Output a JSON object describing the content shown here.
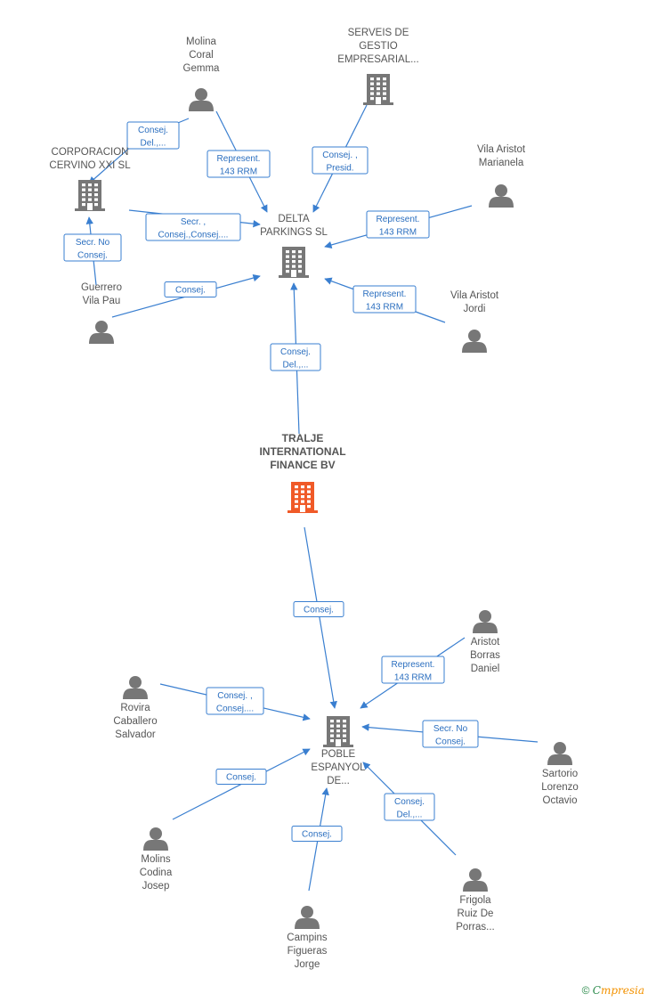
{
  "nodes": [
    {
      "id": "center",
      "type": "company",
      "highlight": true,
      "lines": [
        "TRALJE",
        "INTERNATIONAL",
        "FINANCE BV"
      ]
    },
    {
      "id": "delta",
      "type": "company",
      "lines": [
        "DELTA",
        "PARKINGS SL"
      ]
    },
    {
      "id": "serveis",
      "type": "company",
      "lines": [
        "SERVEIS DE",
        "GESTIO",
        "EMPRESARIAL..."
      ]
    },
    {
      "id": "cervino",
      "type": "company",
      "lines": [
        "CORPORACION",
        "CERVINO XXI SL"
      ]
    },
    {
      "id": "molina",
      "type": "person",
      "lines": [
        "Molina",
        "Coral",
        "Gemma"
      ]
    },
    {
      "id": "marianela",
      "type": "person",
      "lines": [
        "Vila Aristot",
        "Marianela"
      ]
    },
    {
      "id": "guerrero",
      "type": "person",
      "lines": [
        "Guerrero",
        "Vila Pau"
      ]
    },
    {
      "id": "jordi",
      "type": "person",
      "lines": [
        "Vila Aristot",
        "Jordi"
      ]
    },
    {
      "id": "poble",
      "type": "company",
      "lines": [
        "POBLE",
        "ESPANYOL",
        "DE..."
      ]
    },
    {
      "id": "aristot",
      "type": "person",
      "lines": [
        "Aristot",
        "Borras",
        "Daniel"
      ]
    },
    {
      "id": "rovira",
      "type": "person",
      "lines": [
        "Rovira",
        "Caballero",
        "Salvador"
      ]
    },
    {
      "id": "sartorio",
      "type": "person",
      "lines": [
        "Sartorio",
        "Lorenzo",
        "Octavio"
      ]
    },
    {
      "id": "molins",
      "type": "person",
      "lines": [
        "Molins",
        "Codina",
        "Josep"
      ]
    },
    {
      "id": "frigola",
      "type": "person",
      "lines": [
        "Frigola",
        "Ruiz De",
        "Porras..."
      ]
    },
    {
      "id": "campins",
      "type": "person",
      "lines": [
        "Campins",
        "Figueras",
        "Jorge"
      ]
    }
  ],
  "edges": [
    {
      "from": "molina",
      "to": "delta",
      "label": [
        "Represent.",
        "143 RRM"
      ]
    },
    {
      "from": "molina",
      "to": "cervino",
      "label": [
        "Consej.",
        "Del.,..."
      ]
    },
    {
      "from": "serveis",
      "to": "delta",
      "label": [
        "Consej. ,",
        "Presid."
      ]
    },
    {
      "from": "cervino",
      "to": "delta",
      "label": [
        "Secr. ,",
        "Consej.,Consej...."
      ]
    },
    {
      "from": "guerrero",
      "to": "cervino",
      "label": [
        "Secr.  No",
        "Consej."
      ]
    },
    {
      "from": "guerrero",
      "to": "delta",
      "label": [
        "Consej."
      ]
    },
    {
      "from": "marianela",
      "to": "delta",
      "label": [
        "Represent.",
        "143 RRM"
      ]
    },
    {
      "from": "jordi",
      "to": "delta",
      "label": [
        "Represent.",
        "143 RRM"
      ]
    },
    {
      "from": "center",
      "to": "delta",
      "label": [
        "Consej.",
        "Del.,..."
      ]
    },
    {
      "from": "center",
      "to": "poble",
      "label": [
        "Consej."
      ]
    },
    {
      "from": "aristot",
      "to": "poble",
      "label": [
        "Represent.",
        "143 RRM"
      ]
    },
    {
      "from": "rovira",
      "to": "poble",
      "label": [
        "Consej. ,",
        "Consej...."
      ]
    },
    {
      "from": "sartorio",
      "to": "poble",
      "label": [
        "Secr.  No",
        "Consej."
      ]
    },
    {
      "from": "molins",
      "to": "poble",
      "label": [
        "Consej."
      ]
    },
    {
      "from": "frigola",
      "to": "poble",
      "label": [
        "Consej.",
        "Del.,..."
      ]
    },
    {
      "from": "campins",
      "to": "poble",
      "label": [
        "Consej."
      ]
    }
  ],
  "colors": {
    "edge": "#3a7fd0",
    "label_text": "#2a6ebf",
    "icon": "#777777",
    "highlight": "#f05a28",
    "node_text": "#555555"
  },
  "footer": {
    "symbol": "©",
    "brand_first": "C",
    "brand_rest": "mpresia"
  }
}
